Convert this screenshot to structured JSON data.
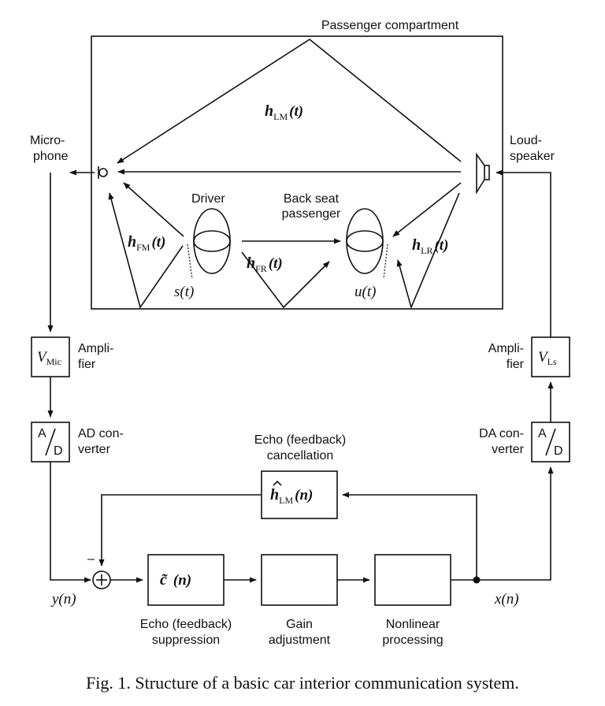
{
  "labels": {
    "passenger_compartment": "Passenger compartment",
    "microphone_1": "Micro-",
    "microphone_2": "phone",
    "loudspeaker_1": "Loud-",
    "loudspeaker_2": "speaker",
    "driver": "Driver",
    "back_seat_1": "Back seat",
    "back_seat_2": "passenger",
    "amplifier_1": "Ampli-",
    "amplifier_2": "fier",
    "ad_converter_1": "AD con-",
    "ad_converter_2": "verter",
    "da_converter_1": "DA con-",
    "da_converter_2": "verter",
    "echo_cancel_1": "Echo (feedback)",
    "echo_cancel_2": "cancellation",
    "echo_suppress_1": "Echo (feedback)",
    "echo_suppress_2": "suppression",
    "gain_1": "Gain",
    "gain_2": "adjustment",
    "nonlinear_1": "Nonlinear",
    "nonlinear_2": "processing",
    "minus": "–"
  },
  "math": {
    "h": "h",
    "sub_lm": "LM",
    "sub_fm": "FM",
    "sub_fr": "FR",
    "sub_lr": "LR",
    "arg_t": "(t)",
    "s_t": "s(t)",
    "u_t": "u(t)",
    "v": "V",
    "sub_mic": "Mic",
    "sub_ls": "Ls",
    "converter_a": "A",
    "converter_d": "D",
    "h_hat_arg": "(n)",
    "c_tilde": "c̃",
    "c_arg": "(n)",
    "y_n": "y(n)",
    "x_n": "x(n)"
  },
  "caption": "Fig. 1.  Structure of a basic car interior communication system."
}
